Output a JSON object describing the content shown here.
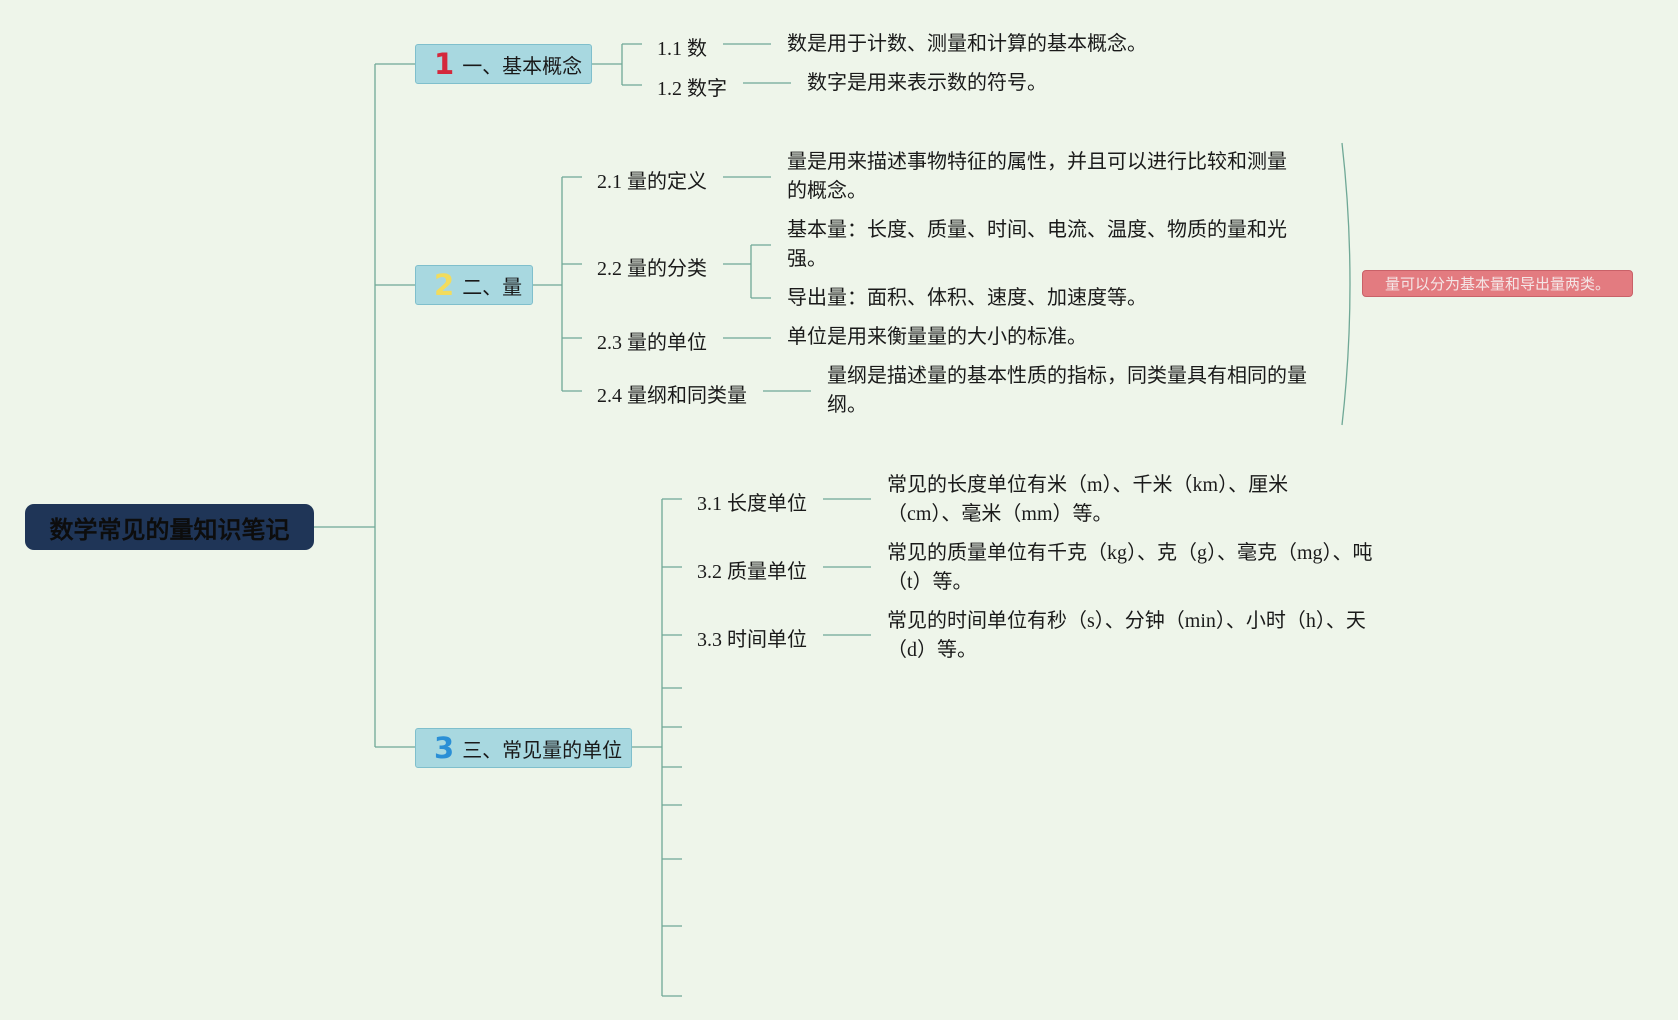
{
  "root": {
    "title": "数学常见的量知识笔记"
  },
  "colors": {
    "background": "#eef5ea",
    "root_fill": "#1f3557",
    "branch_fill": "#a8d8e0",
    "line": "#6fa896",
    "num1": "#d4283c",
    "num2": "#f2dc5d",
    "num3": "#2a8fd6",
    "summary_fill": "#e37b80"
  },
  "branches": [
    {
      "num": "1",
      "label": "一、基本概念",
      "children": [
        {
          "label": "1.1 数",
          "desc": "数是用于计数、测量和计算的基本概念。"
        },
        {
          "label": "1.2 数字",
          "desc": "数字是用来表示数的符号。"
        }
      ]
    },
    {
      "num": "2",
      "label": "二、量",
      "children": [
        {
          "label": "2.1 量的定义",
          "desc": "量是用来描述事物特征的属性，并且可以进行比较和测量的概念。"
        },
        {
          "label": "2.2 量的分类",
          "desc_items": [
            "基本量：长度、质量、时间、电流、温度、物质的量和光强。",
            "导出量：面积、体积、速度、加速度等。"
          ]
        },
        {
          "label": "2.3 量的单位",
          "desc": "单位是用来衡量量的大小的标准。"
        },
        {
          "label": "2.4 量纲和同类量",
          "desc": "量纲是描述量的基本性质的指标，同类量具有相同的量纲。"
        }
      ],
      "summary": "量可以分为基本量和导出量两类。"
    },
    {
      "num": "3",
      "label": "三、常见量的单位",
      "children": [
        {
          "label": "3.1 长度单位",
          "desc": "常见的长度单位有米（m）、千米（km）、厘米（cm）、毫米（mm）等。"
        },
        {
          "label": "3.2 质量单位",
          "desc": "常见的质量单位有千克（kg）、克（g）、毫克（mg）、吨（t）等。"
        },
        {
          "label": "3.3 时间单位",
          "desc": "常见的时间单位有秒（s）、分钟（min）、小时（h）、天（d）等。"
        }
      ]
    }
  ]
}
